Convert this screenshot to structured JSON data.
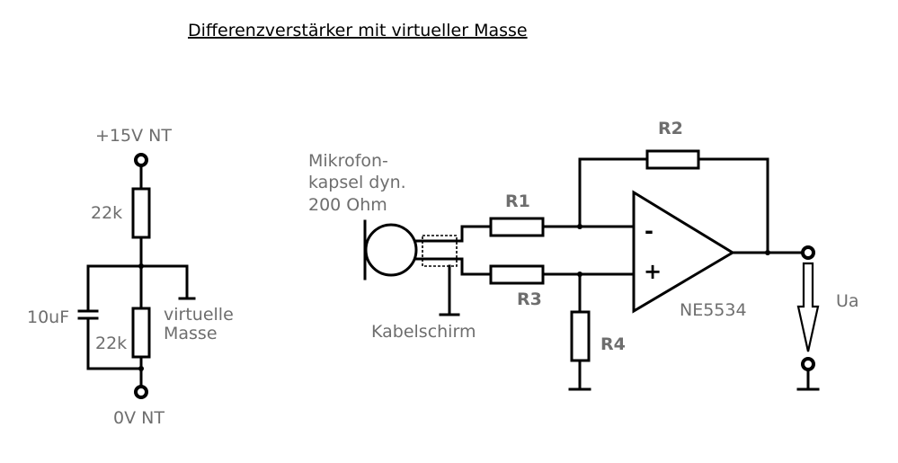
{
  "title": "Differenzverstärker mit virtueller Masse",
  "supply": {
    "top_label": "+15V NT",
    "bottom_label": "0V NT",
    "r_top_label": "22k",
    "r_bottom_label": "22k",
    "cap_label": "10uF",
    "vmass_label_1": "virtuelle",
    "vmass_label_2": "Masse"
  },
  "mic": {
    "line1": "Mikrofon-",
    "line2": "kapsel  dyn.",
    "line3": "200 Ohm",
    "shield_label": "Kabelschirm"
  },
  "resistors": {
    "r1": "R1",
    "r2": "R2",
    "r3": "R3",
    "r4": "R4"
  },
  "opamp": {
    "name": "NE5534",
    "minus": "-",
    "plus": "+"
  },
  "output_label": "Ua"
}
